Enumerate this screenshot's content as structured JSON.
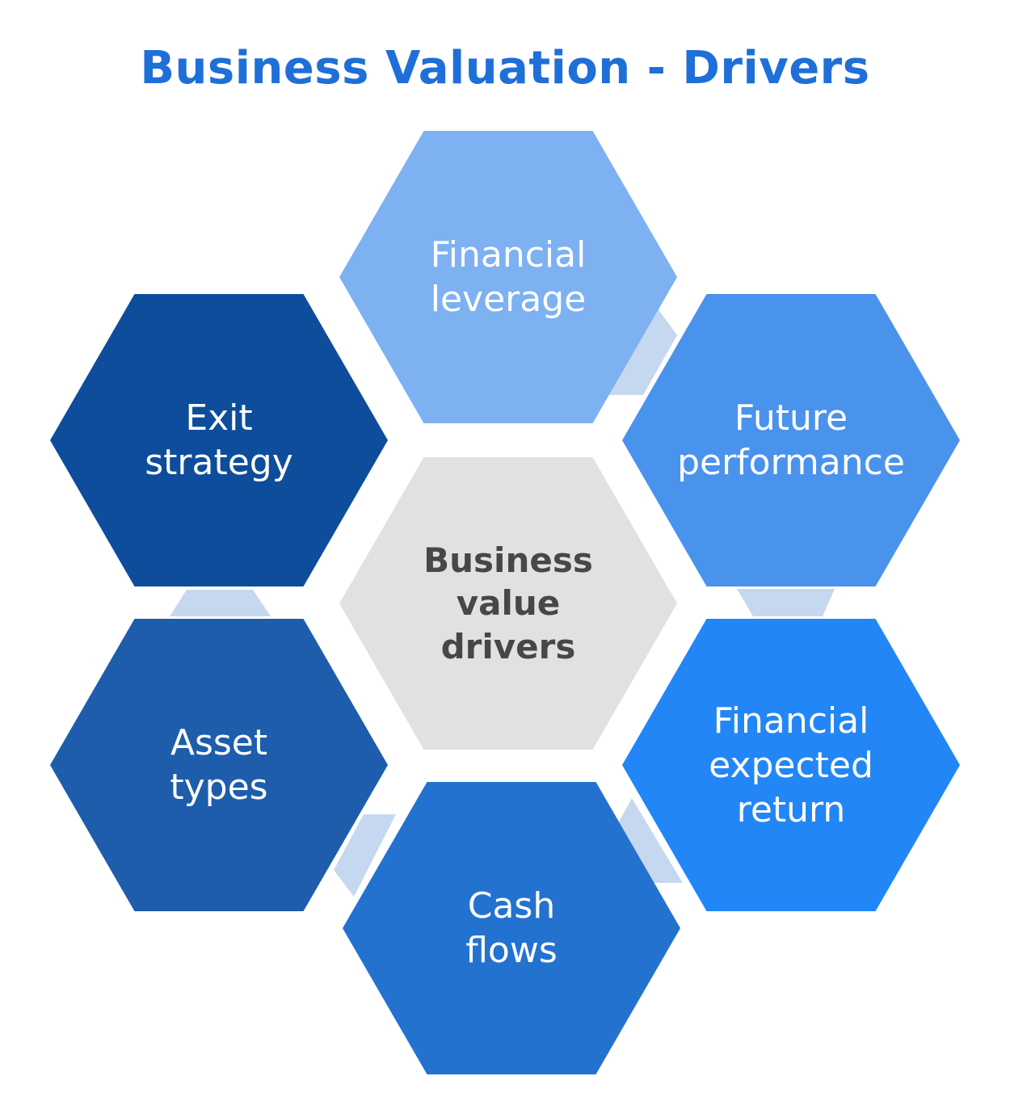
{
  "title": {
    "text": "Business Valuation - Drivers",
    "color": "#1f6fd8"
  },
  "center_hexagon": {
    "label": "Business\nvalue\ndrivers",
    "fill": "#e1e1e1",
    "text_color": "#474747"
  },
  "hexagons": [
    {
      "id": "financial-leverage",
      "label": "Financial\nleverage",
      "fill": "#7db1f2",
      "text_color": "#ffffff"
    },
    {
      "id": "exit-strategy",
      "label": "Exit\nstrategy",
      "fill": "#0d4d9b",
      "text_color": "#ffffff"
    },
    {
      "id": "future-performance",
      "label": "Future\nperformance",
      "fill": "#4a93ec",
      "text_color": "#ffffff"
    },
    {
      "id": "asset-types",
      "label": "Asset\ntypes",
      "fill": "#1d5dac",
      "text_color": "#ffffff"
    },
    {
      "id": "financial-expected-return",
      "label": "Financial\nexpected\nreturn",
      "fill": "#2286f6",
      "text_color": "#ffffff"
    },
    {
      "id": "cash-flows",
      "label": "Cash\nflows",
      "fill": "#2472cf",
      "text_color": "#ffffff"
    }
  ],
  "connectors": {
    "color": "#c6d8f0"
  }
}
